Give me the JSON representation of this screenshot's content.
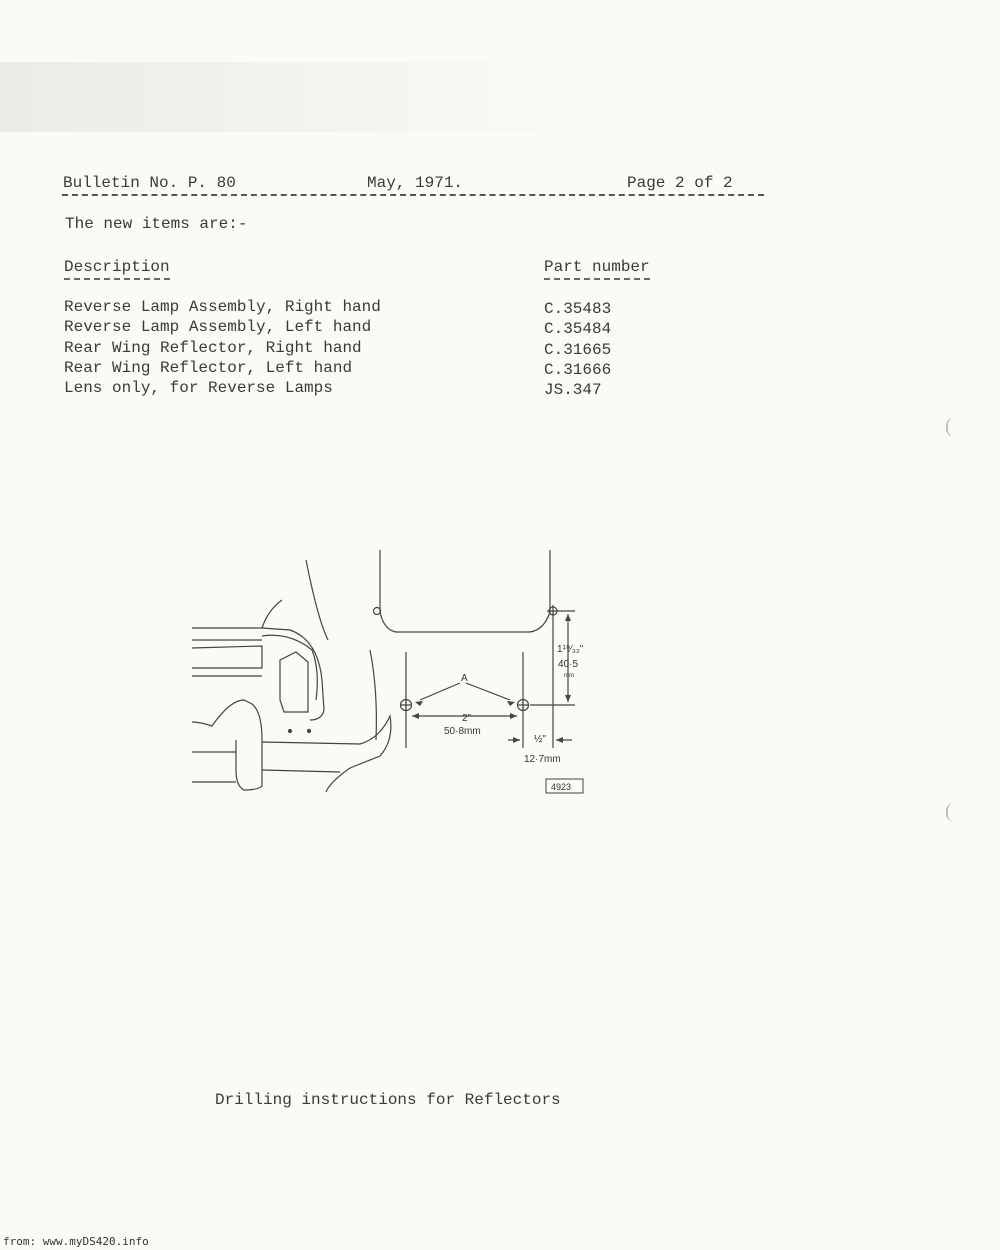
{
  "header": {
    "bulletin": "Bulletin No. P. 80",
    "date": "May, 1971.",
    "page": "Page 2 of 2"
  },
  "intro": "The new items are:-",
  "columns": {
    "description": "Description",
    "part_number": "Part number"
  },
  "items": [
    {
      "description": "Reverse Lamp Assembly, Right hand",
      "part_number": "C.35483"
    },
    {
      "description": "Reverse Lamp Assembly, Left hand",
      "part_number": "C.35484"
    },
    {
      "description": "Rear Wing Reflector, Right hand",
      "part_number": "C.31665"
    },
    {
      "description": "Rear Wing Reflector, Left hand",
      "part_number": "C.31666"
    },
    {
      "description": "Lens only, for Reverse Lamps",
      "part_number": "JS.347"
    }
  ],
  "diagram": {
    "label_a": "A",
    "dim_vertical_in": "1¹⁹⁄₃₂\"",
    "dim_vertical_mm": "40·5",
    "dim_vertical_unit": "mm",
    "dim_spacing_in": "2\"",
    "dim_spacing_mm": "50·8mm",
    "dim_offset_in": "½\"",
    "dim_offset_mm": "12·7mm",
    "figure_number": "4923"
  },
  "caption": "Drilling instructions for Reflectors",
  "footer": "from: www.myDS420.info"
}
